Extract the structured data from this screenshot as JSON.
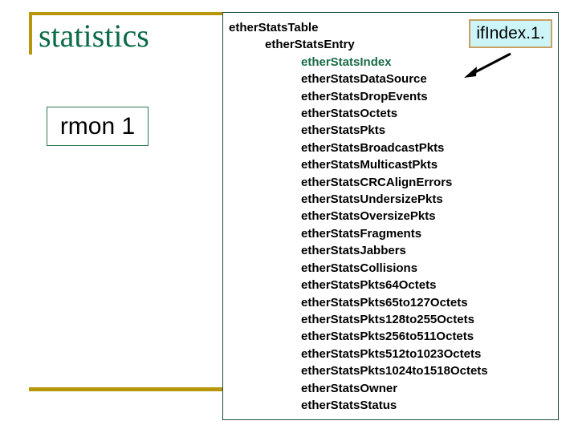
{
  "slide": {
    "title": "statistics",
    "left_box_label": "rmon 1"
  },
  "callout": {
    "label": "ifIndex.1.",
    "fill_color": "#cdf5f8",
    "border_color": "#c9a063",
    "arrow_icon": "arrow-down-left-icon"
  },
  "colors": {
    "title_green": "#0b6b46",
    "rule_gold": "#b8960c",
    "panel_border": "#1d4a38",
    "highlight_green": "#1a6b47",
    "body_black": "#000000"
  },
  "mib_tree": {
    "nodes": [
      {
        "label": "etherStatsTable",
        "level": 0,
        "highlighted": false
      },
      {
        "label": "etherStatsEntry",
        "level": 1,
        "highlighted": false
      },
      {
        "label": "etherStatsIndex",
        "level": 2,
        "highlighted": true
      },
      {
        "label": "etherStatsDataSource",
        "level": 2,
        "highlighted": false
      },
      {
        "label": "etherStatsDropEvents",
        "level": 2,
        "highlighted": false
      },
      {
        "label": "etherStatsOctets",
        "level": 2,
        "highlighted": false
      },
      {
        "label": "etherStatsPkts",
        "level": 2,
        "highlighted": false
      },
      {
        "label": "etherStatsBroadcastPkts",
        "level": 2,
        "highlighted": false
      },
      {
        "label": "etherStatsMulticastPkts",
        "level": 2,
        "highlighted": false
      },
      {
        "label": "etherStatsCRCAlignErrors",
        "level": 2,
        "highlighted": false
      },
      {
        "label": "etherStatsUndersizePkts",
        "level": 2,
        "highlighted": false
      },
      {
        "label": "etherStatsOversizePkts",
        "level": 2,
        "highlighted": false
      },
      {
        "label": "etherStatsFragments",
        "level": 2,
        "highlighted": false
      },
      {
        "label": "etherStatsJabbers",
        "level": 2,
        "highlighted": false
      },
      {
        "label": "etherStatsCollisions",
        "level": 2,
        "highlighted": false
      },
      {
        "label": "etherStatsPkts64Octets",
        "level": 2,
        "highlighted": false
      },
      {
        "label": "etherStatsPkts65to127Octets",
        "level": 2,
        "highlighted": false
      },
      {
        "label": "etherStatsPkts128to255Octets",
        "level": 2,
        "highlighted": false
      },
      {
        "label": "etherStatsPkts256to511Octets",
        "level": 2,
        "highlighted": false
      },
      {
        "label": "etherStatsPkts512to1023Octets",
        "level": 2,
        "highlighted": false
      },
      {
        "label": "etherStatsPkts1024to1518Octets",
        "level": 2,
        "highlighted": false
      },
      {
        "label": "etherStatsOwner",
        "level": 2,
        "highlighted": false
      },
      {
        "label": "etherStatsStatus",
        "level": 2,
        "highlighted": false
      }
    ]
  }
}
